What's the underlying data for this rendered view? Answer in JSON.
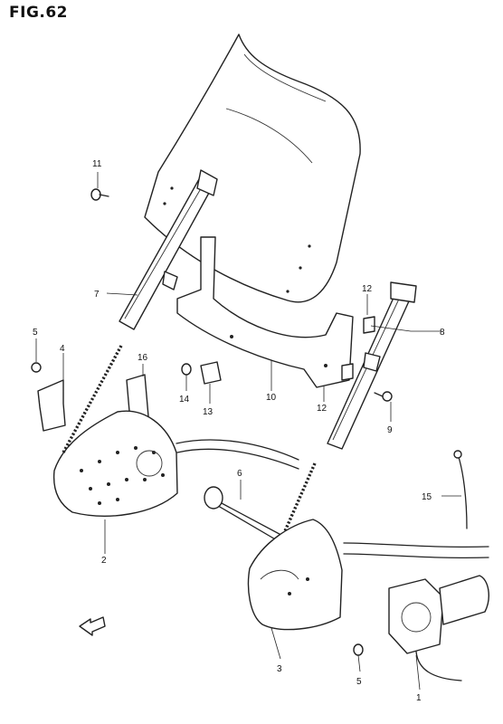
{
  "figure": {
    "title": "FIG.62"
  },
  "callouts": [
    {
      "id": "c1",
      "label": "1"
    },
    {
      "id": "c2",
      "label": "2"
    },
    {
      "id": "c3",
      "label": "3"
    },
    {
      "id": "c4",
      "label": "4"
    },
    {
      "id": "c5a",
      "label": "5"
    },
    {
      "id": "c5b",
      "label": "5"
    },
    {
      "id": "c6",
      "label": "6"
    },
    {
      "id": "c7",
      "label": "7"
    },
    {
      "id": "c8",
      "label": "8"
    },
    {
      "id": "c9",
      "label": "9"
    },
    {
      "id": "c10",
      "label": "10"
    },
    {
      "id": "c11",
      "label": "11"
    },
    {
      "id": "c12a",
      "label": "12"
    },
    {
      "id": "c12b",
      "label": "12"
    },
    {
      "id": "c13",
      "label": "13"
    },
    {
      "id": "c14",
      "label": "14"
    },
    {
      "id": "c15",
      "label": "15"
    },
    {
      "id": "c16",
      "label": "16"
    }
  ],
  "colors": {
    "line": "#222222",
    "background": "#ffffff"
  }
}
